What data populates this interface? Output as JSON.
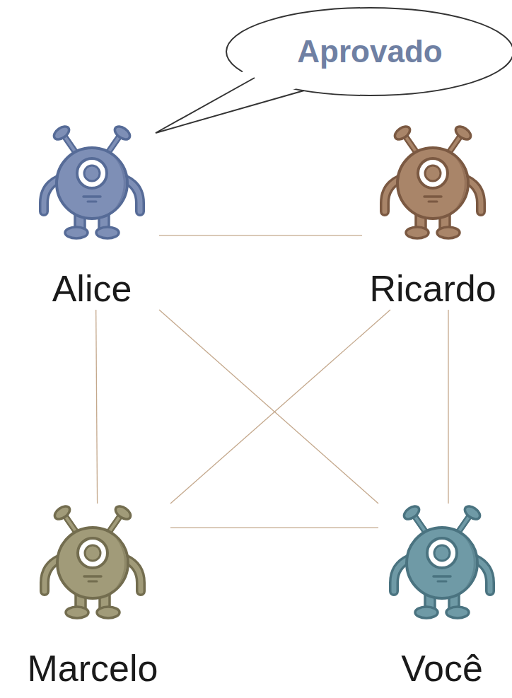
{
  "diagram": {
    "nodes": [
      {
        "text": [
          "Aprovado"
        ]
      },
      {
        "text": [
          "Alice"
        ]
      },
      {
        "text": [
          "Ricardo"
        ]
      },
      {
        "text": [
          "Marcelo"
        ]
      },
      {
        "text": [
          "Você"
        ]
      }
    ],
    "edges": [
      {
        "from": 1,
        "to": 2,
        "arrow": "none"
      },
      {
        "from": 1,
        "to": 3,
        "arrow": "none"
      },
      {
        "from": 1,
        "to": 4,
        "arrow": "none"
      },
      {
        "from": 2,
        "to": 3,
        "arrow": "none"
      },
      {
        "from": 2,
        "to": 4,
        "arrow": "none"
      },
      {
        "from": 3,
        "to": 4,
        "arrow": "none"
      }
    ]
  }
}
